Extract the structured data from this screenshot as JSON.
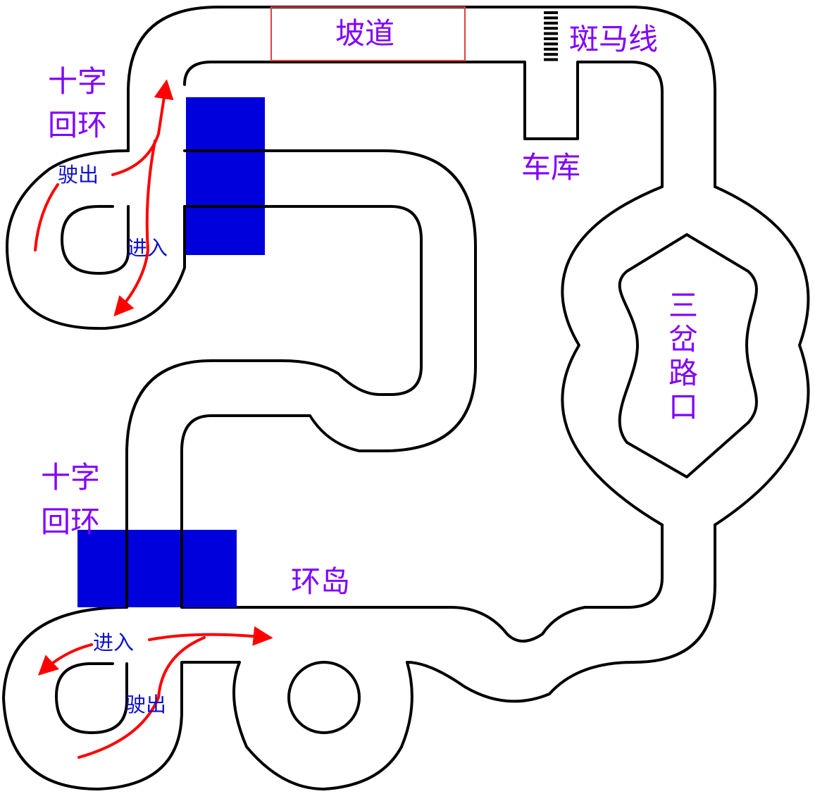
{
  "colors": {
    "label": "#8000ff",
    "marker": "#0000dd",
    "arrow": "#ff0000",
    "small_label": "#1010d0",
    "track": "#000000",
    "ramp_border": "#e04040"
  },
  "labels": {
    "ramp": "坡道",
    "zebra": "斑马线",
    "garage": "车库",
    "cross_loop_top_1": "十字",
    "cross_loop_top_2": "回环",
    "cross_loop_bottom_1": "十字",
    "cross_loop_bottom_2": "回环",
    "fork": "三岔路口",
    "roundabout": "环岛"
  },
  "arrow_labels": {
    "top_exit": "驶出",
    "top_enter": "进入",
    "bottom_enter": "进入",
    "bottom_exit": "驶出"
  },
  "icons": {
    "arrow": "red-arrow-icon",
    "zebra": "zebra-stripes-icon",
    "marker": "blue-marker-block"
  }
}
